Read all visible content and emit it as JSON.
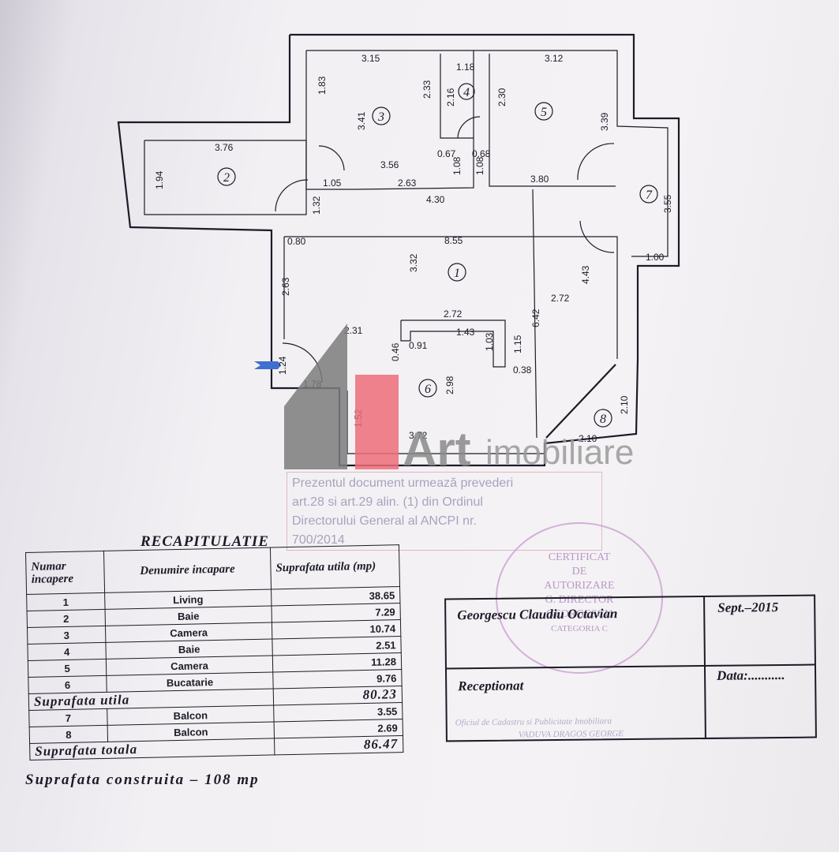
{
  "plan": {
    "rooms": [
      "1",
      "2",
      "3",
      "4",
      "5",
      "6",
      "7",
      "8"
    ],
    "dims": [
      "3.15",
      "2.33",
      "1.83",
      "3.41",
      "1.18",
      "2.16",
      "2.30",
      "3.12",
      "3.39",
      "3.76",
      "1.94",
      "3.56",
      "0.67",
      "0.68",
      "1.08",
      "1.08",
      "1.05",
      "2.63",
      "3.80",
      "3.55",
      "1.32",
      "4.30",
      "0.80",
      "8.55",
      "1.00",
      "3.32",
      "2.63",
      "4.43",
      "6.42",
      "2.72",
      "2.72",
      "2.31",
      "1.43",
      "0.46",
      "0.91",
      "1.03",
      "1.15",
      "0.38",
      "1.24",
      "1.78",
      "2.98",
      "2.10",
      "1.52",
      "3.72",
      "2.10"
    ]
  },
  "logo": {
    "brand": "Art",
    "suffix": "imobiliare"
  },
  "stamp_text": [
    "Prezentul document urmează prevederi",
    "art.28 si art.29 alin. (1) din Ordinul",
    "Directorului General al ANCPI nr.",
    "700/2014"
  ],
  "seal_text": [
    "CERTIFICAT",
    "DE",
    "AUTORIZARE",
    "G. DIRECTOR",
    "GEORGESCU",
    "CATEGORIA C"
  ],
  "recap": {
    "title": "RECAPITULATIE",
    "headers": [
      "Numar incapere",
      "Denumire incapare",
      "Suprafata utila (mp)"
    ],
    "rows": [
      {
        "num": "1",
        "name": "Living",
        "area": "38.65"
      },
      {
        "num": "2",
        "name": "Baie",
        "area": "7.29"
      },
      {
        "num": "3",
        "name": "Camera",
        "area": "10.74"
      },
      {
        "num": "4",
        "name": "Baie",
        "area": "2.51"
      },
      {
        "num": "5",
        "name": "Camera",
        "area": "11.28"
      },
      {
        "num": "6",
        "name": "Bucatarie",
        "area": "9.76"
      }
    ],
    "util_label": "Suprafata utila",
    "util_value": "80.23",
    "balconies": [
      {
        "num": "7",
        "name": "Balcon",
        "area": "3.55"
      },
      {
        "num": "8",
        "name": "Balcon",
        "area": "2.69"
      }
    ],
    "total_label": "Suprafata totala",
    "total_value": "86.47"
  },
  "built_area": "Suprafata construita – 108 mp",
  "signature": {
    "name": "Georgescu Claudiu Octavian",
    "date": "Sept.–2015",
    "received": "Receptionat",
    "data_label": "Data:...........",
    "faint1": "Oficiul de Cadastru si Publicitate Imobiliara",
    "faint2": "VADUVA DRAGOS GEORGE"
  }
}
